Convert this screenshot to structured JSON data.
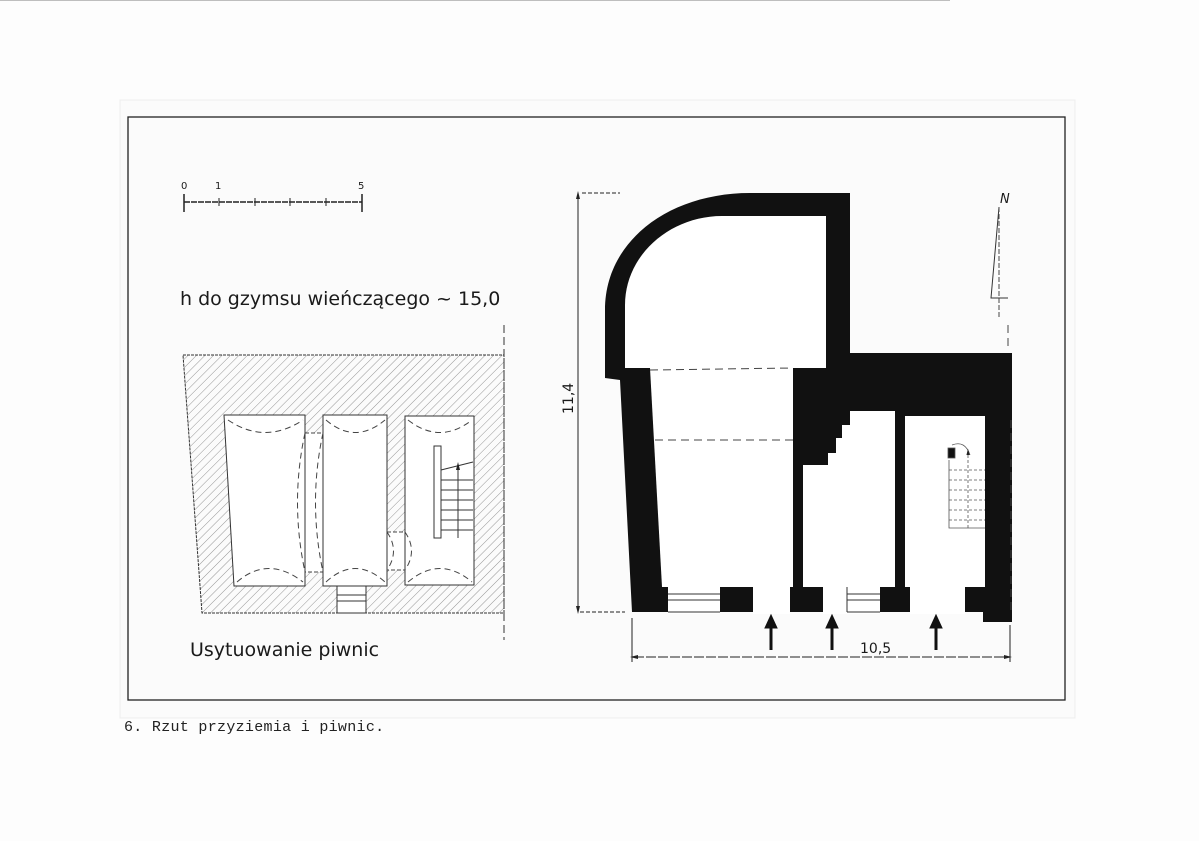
{
  "scale_bar": {
    "labels": [
      "0",
      "1",
      "5"
    ]
  },
  "height_note": "h  do  gzymsu  wieńczącego  ~  15,0",
  "basement": {
    "title": "Usytuowanie piwnic"
  },
  "ground_floor": {
    "dim_vertical": "11,4",
    "dim_horizontal": "10,5",
    "entrances": 3
  },
  "north_arrow": {
    "label": "N"
  },
  "caption": "6. Rzut przyziemia i piwnic.",
  "colors": {
    "ink": "#111111",
    "paper": "#fdfdfd",
    "hatch": "#888888"
  }
}
